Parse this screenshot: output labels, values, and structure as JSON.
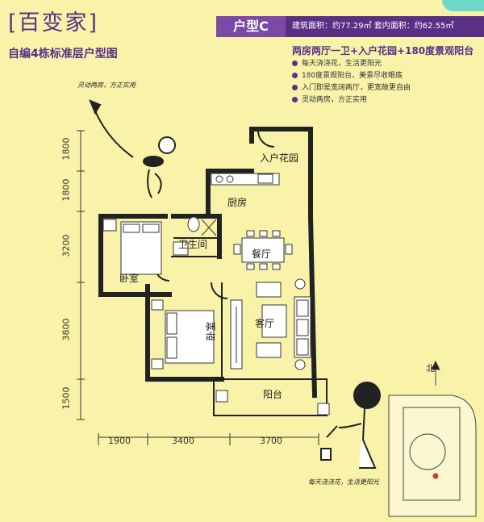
{
  "header": {
    "brand": "[百变家]",
    "subtitle": "自编4栋标准层户型图",
    "type_label": "户型C",
    "area_text": "建筑面积：约77.29㎡  套内面积：约62.55㎡",
    "headline": "两房两厅一卫+入户花园+180度景观阳台",
    "features": [
      "每天浇浇花，生活更阳光",
      "180度景观阳台，美景尽收眼底",
      "入门即是宽阔两厅，更宽敞更自由",
      "灵动两房，方正实用"
    ]
  },
  "dimensions": {
    "left": [
      "1800",
      "1800",
      "3200",
      "3800",
      "1500"
    ],
    "bottom": [
      "1900",
      "3400",
      "3700"
    ]
  },
  "rooms": {
    "entry_garden": "入户花园",
    "kitchen": "厨房",
    "bathroom": "卫生间",
    "dining": "餐厅",
    "bedroom_small": "卧室",
    "bedroom_master": "卧室",
    "living": "客厅",
    "balcony": "阳台"
  },
  "annotations": {
    "top_left": "灵动两房，方正实用",
    "bottom_right": "每天浇浇花，生活更阳光",
    "north": "北"
  },
  "colors": {
    "background": "#f8f3a8",
    "accent": "#5a2f86",
    "teal": "#6fd8c8",
    "wall": "#222222"
  }
}
